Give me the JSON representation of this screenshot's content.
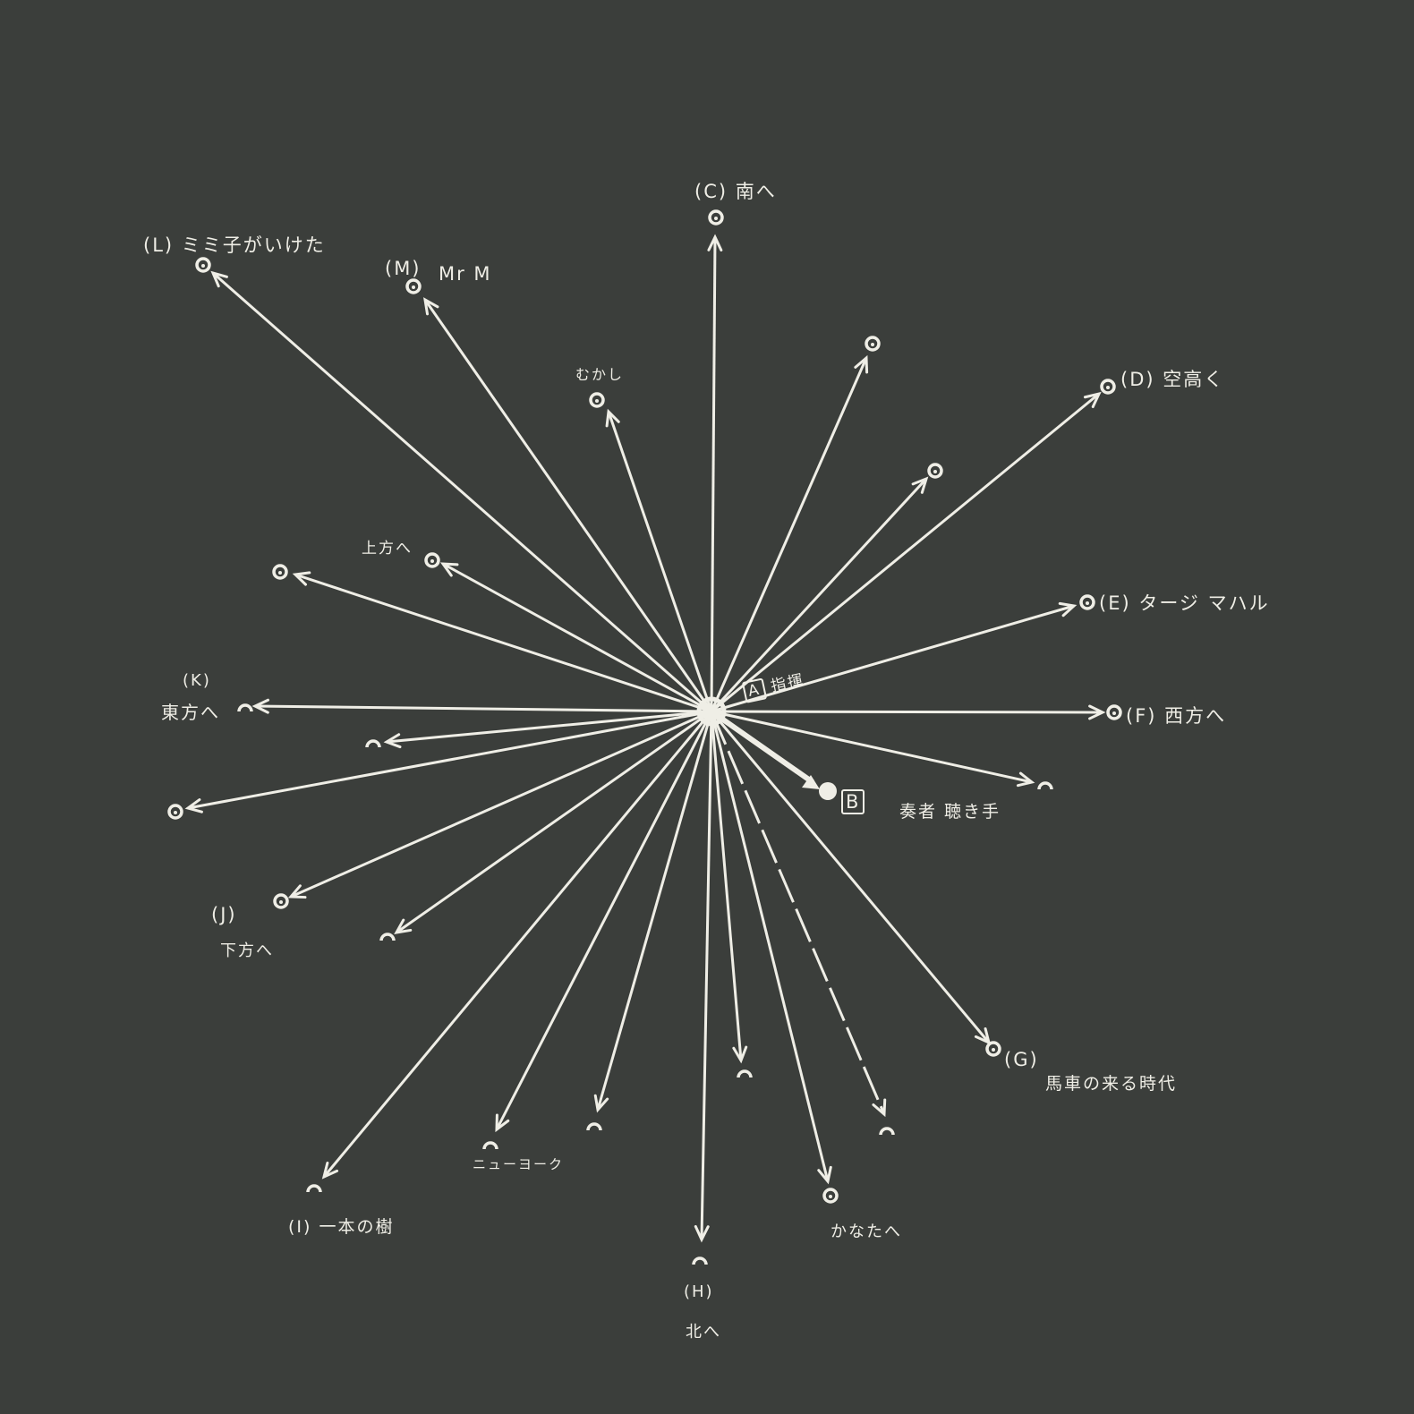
{
  "colors": {
    "background": "#3b3e3b",
    "ink": "#efeee6"
  },
  "labels": {
    "L": "(L) ミミ子がいけた",
    "M_tag": "(M)",
    "M": "Mr M",
    "mukashi": "むかし",
    "C": "(C) 南へ",
    "D": "(D) 空高く",
    "E": "(E) タージ マハル",
    "A_tag": "A",
    "A": "指揮",
    "F": "(F) 西方へ",
    "B_tag": "B",
    "B": "奏者 聴き手",
    "G_tag": "(G)",
    "G": "馬車の来る時代",
    "kanata": "かなたへ",
    "H_tag": "(H)",
    "H": "北へ",
    "newyork": "ニューヨーク",
    "I": "(I) 一本の樹",
    "J_tag": "(J)",
    "J": "下方へ",
    "K_tag": "(K)",
    "K": "東方へ",
    "joho": "上方へ"
  }
}
